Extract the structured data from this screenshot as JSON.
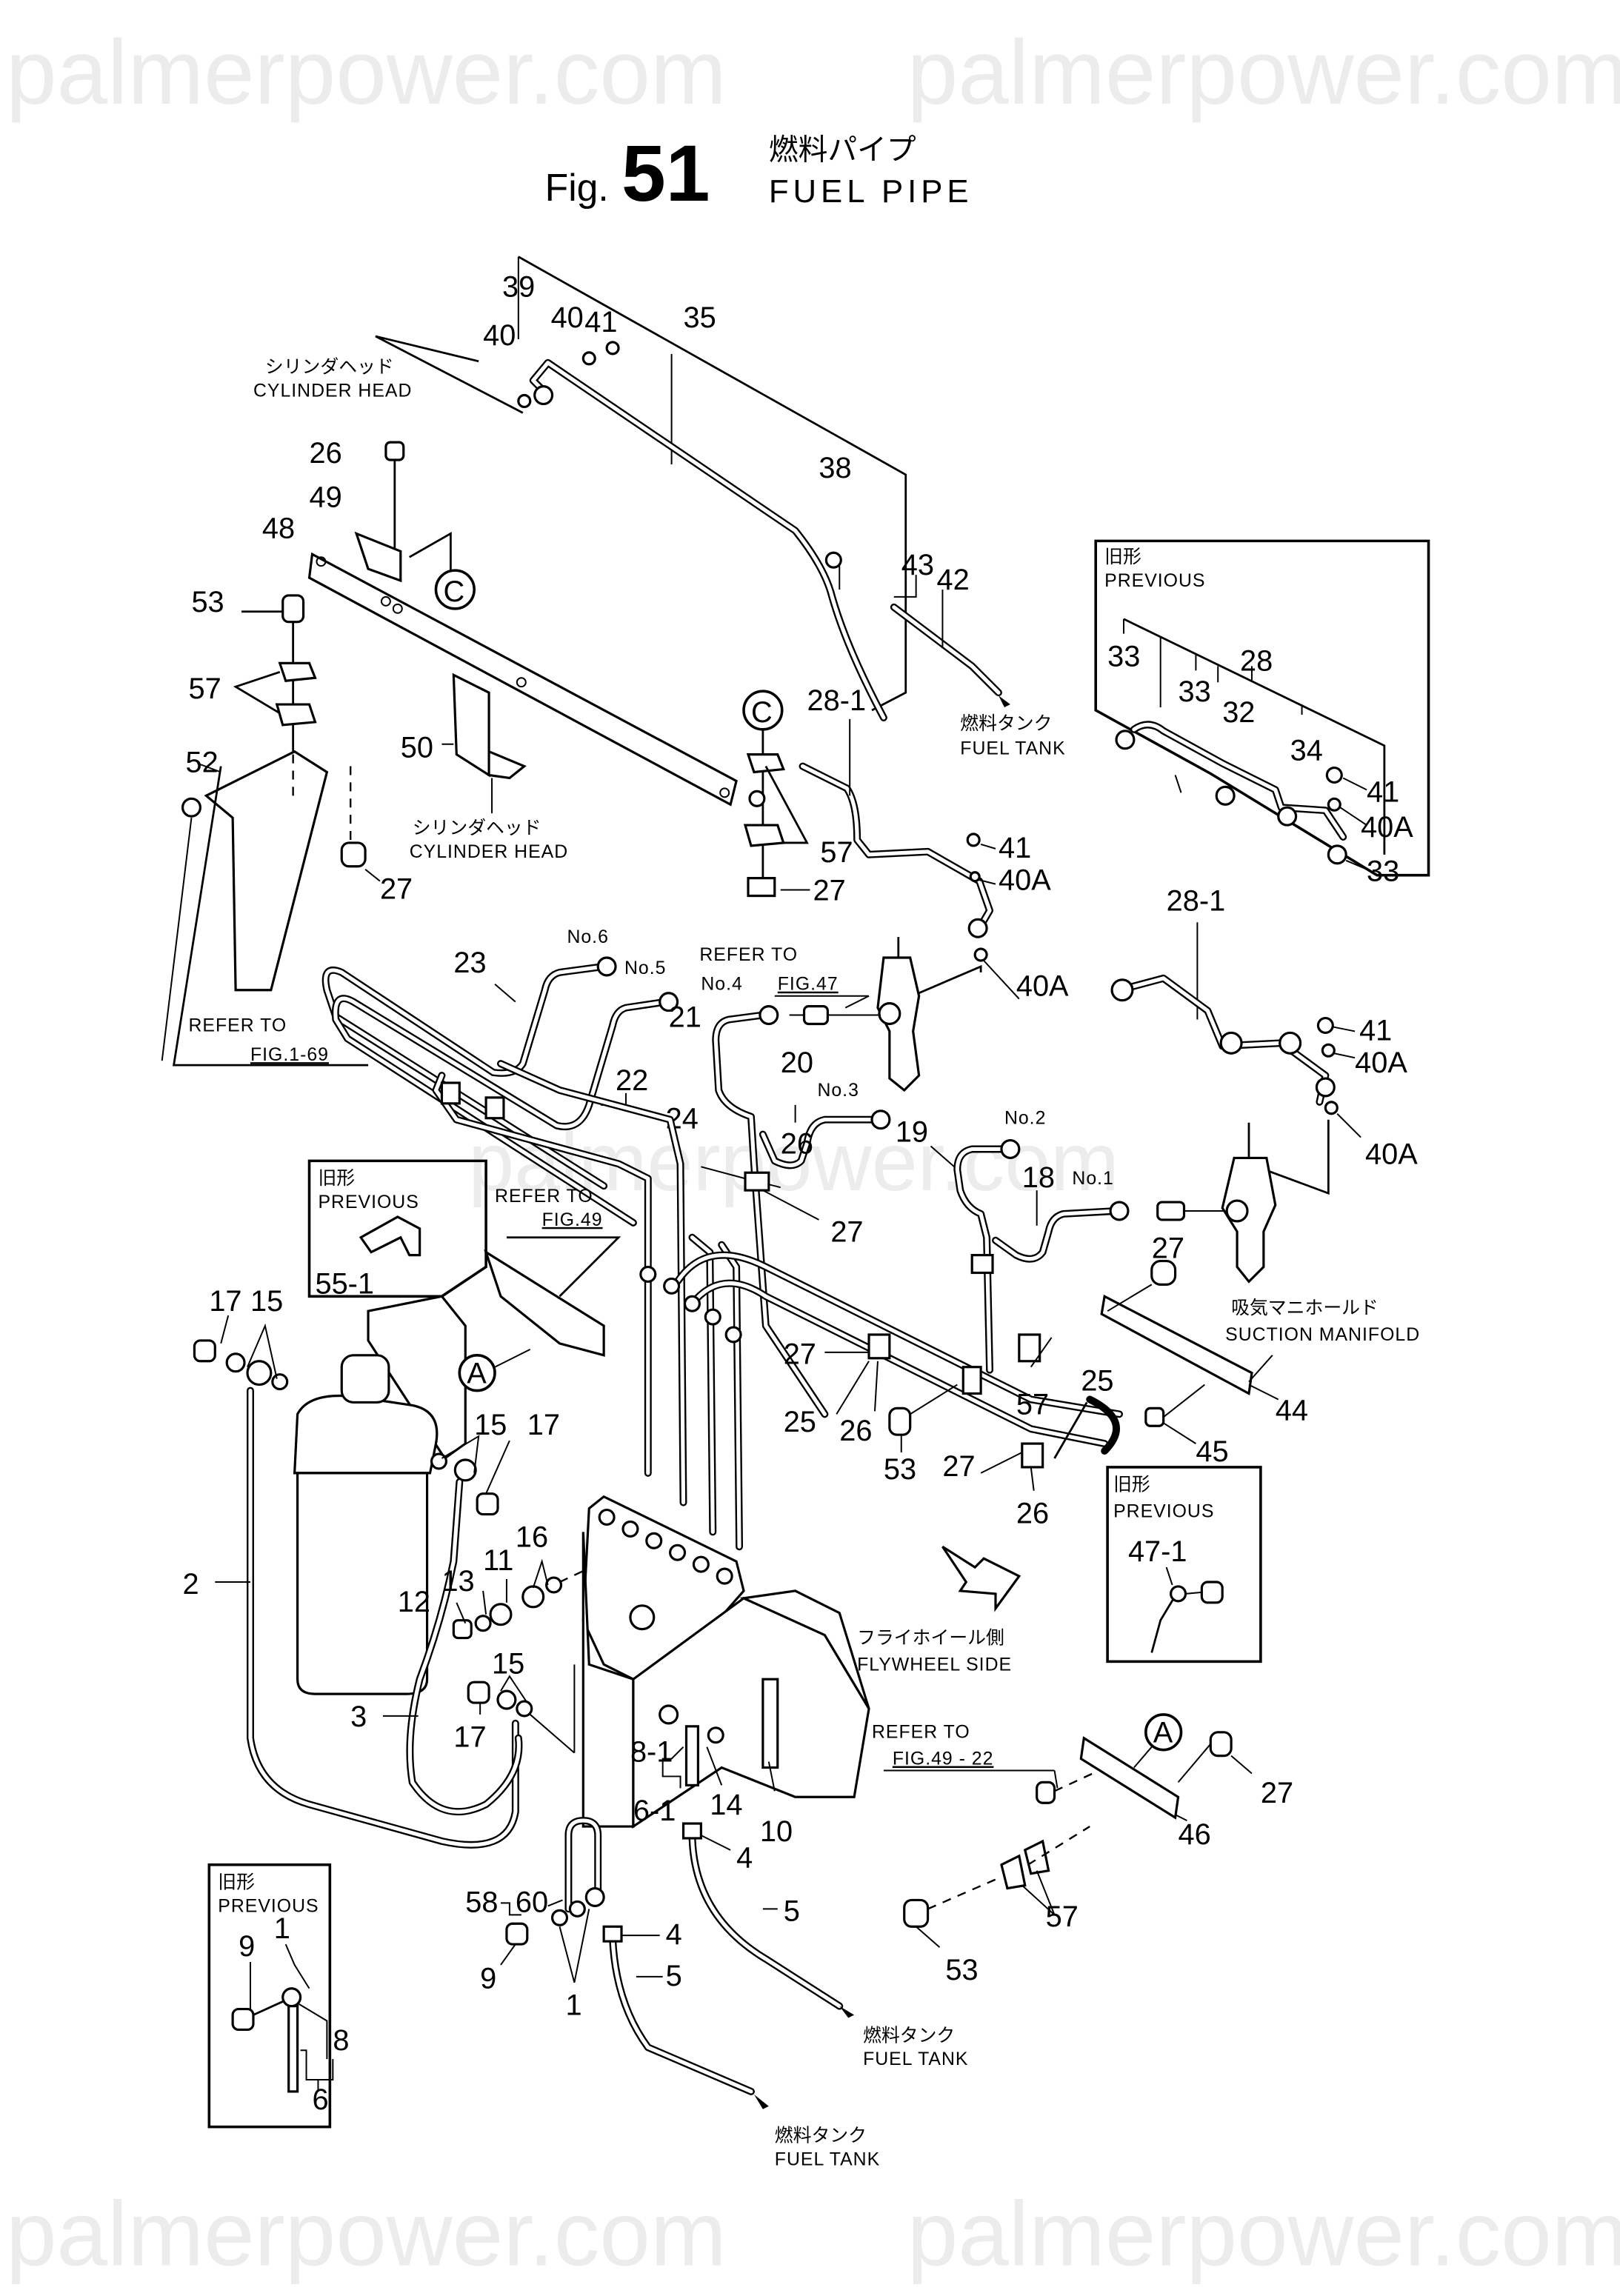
{
  "watermark": {
    "text": "palmerpower.com"
  },
  "title": {
    "fig_prefix": "Fig.",
    "fig_number": "51",
    "japanese": "燃料パイプ",
    "english": "FUEL PIPE"
  },
  "annotations": {
    "cylinder_head_jp": "シリンダヘッド",
    "cylinder_head_en": "CYLINDER HEAD",
    "fuel_tank_jp": "燃料タンク",
    "fuel_tank_en": "FUEL TANK",
    "previous_jp": "旧形",
    "previous_en": "PREVIOUS",
    "refer_to": "REFER TO",
    "fig_1_69": "FIG.1-69",
    "fig_47": "FIG.47",
    "fig_49": "FIG.49",
    "fig_49_22": "FIG.49 - 22",
    "suction_manifold_jp": "吸気マニホールド",
    "suction_manifold_en": "SUCTION MANIFOLD",
    "flywheel_side_jp": "フライホイール側",
    "flywheel_side_en": "FLYWHEEL SIDE",
    "ref_marker_a": "A",
    "ref_marker_c": "C"
  },
  "cylinders": {
    "no1": "No.1",
    "no2": "No.2",
    "no3": "No.3",
    "no4": "No.4",
    "no5": "No.5",
    "no6": "No.6"
  },
  "parts": {
    "p1": "1",
    "p2": "2",
    "p3": "3",
    "p4": "4",
    "p5": "5",
    "p6": "6",
    "p6_1": "6-1",
    "p8": "8",
    "p8_1": "8-1",
    "p9": "9",
    "p10": "10",
    "p11": "11",
    "p12": "12",
    "p13": "13",
    "p14": "14",
    "p15": "15",
    "p16": "16",
    "p17": "17",
    "p18": "18",
    "p19": "19",
    "p20": "20",
    "p21": "21",
    "p22": "22",
    "p23": "23",
    "p24": "24",
    "p25": "25",
    "p26": "26",
    "p27": "27",
    "p28": "28",
    "p28_1": "28-1",
    "p32": "32",
    "p33": "33",
    "p34": "34",
    "p35": "35",
    "p38": "38",
    "p39": "39",
    "p40": "40",
    "p40a": "40A",
    "p41": "41",
    "p42": "42",
    "p43": "43",
    "p44": "44",
    "p45": "45",
    "p46": "46",
    "p47_1": "47-1",
    "p48": "48",
    "p49": "49",
    "p50": "50",
    "p52": "52",
    "p53": "53",
    "p55_1": "55-1",
    "p57": "57",
    "p58": "58",
    "p60": "60"
  }
}
